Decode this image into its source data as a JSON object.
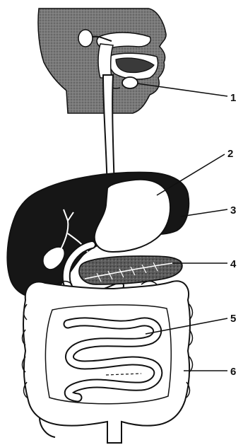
{
  "diagram": {
    "colors": {
      "ink": "#111111",
      "organ_dark": "#161616",
      "head_shade": "#6f6f6f",
      "paper": "#ffffff"
    },
    "labels": [
      {
        "id": "label-1",
        "text": "1"
      },
      {
        "id": "label-2",
        "text": "2"
      },
      {
        "id": "label-3",
        "text": "3"
      },
      {
        "id": "label-4",
        "text": "4"
      },
      {
        "id": "label-5",
        "text": "5"
      },
      {
        "id": "label-6",
        "text": "6"
      }
    ]
  }
}
